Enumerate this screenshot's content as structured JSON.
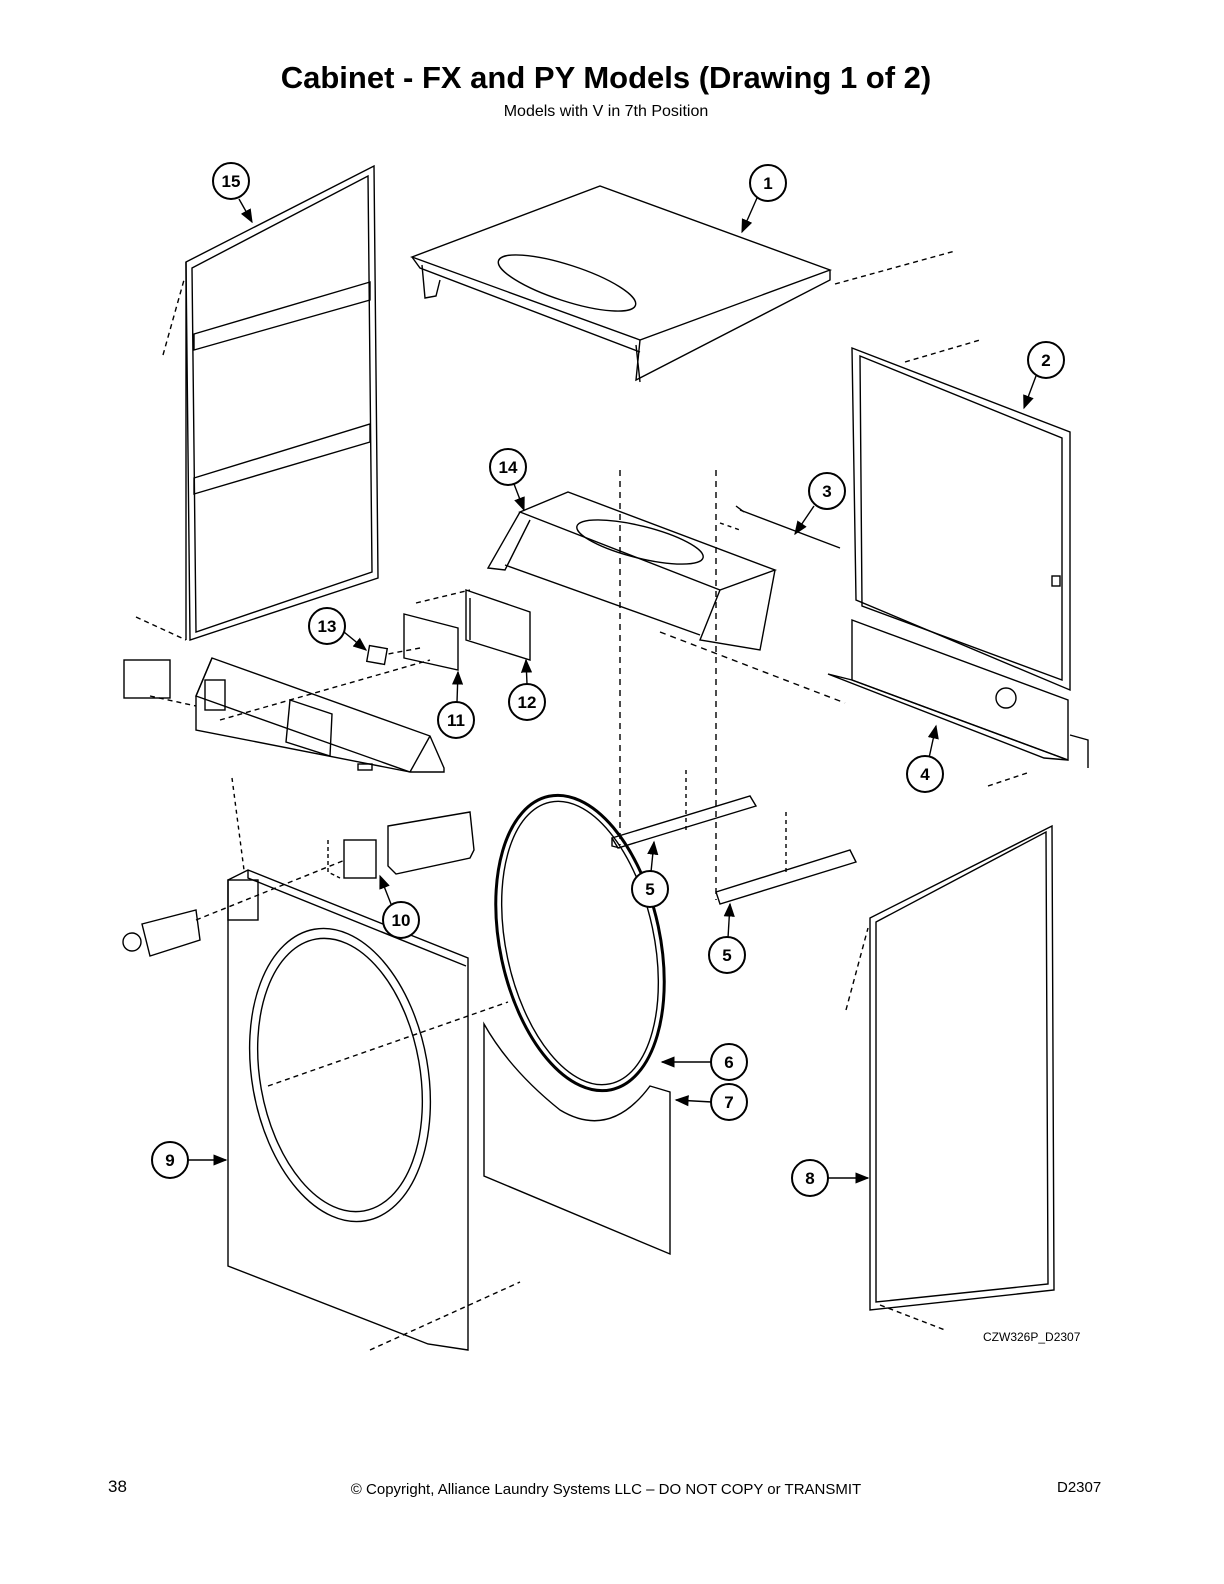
{
  "title": "Cabinet - FX and PY Models (Drawing 1 of 2)",
  "subtitle": "Models with V in 7th Position",
  "callouts": [
    "15",
    "1",
    "2",
    "14",
    "3",
    "13",
    "12",
    "11",
    "4",
    "5",
    "10",
    "5",
    "6",
    "7",
    "9",
    "8"
  ],
  "drawing_id": "CZW326P_D2307",
  "footer": {
    "page_number": "38",
    "copyright": "© Copyright, Alliance Laundry Systems LLC – DO NOT COPY or TRANSMIT",
    "doc_id": "D2307"
  }
}
